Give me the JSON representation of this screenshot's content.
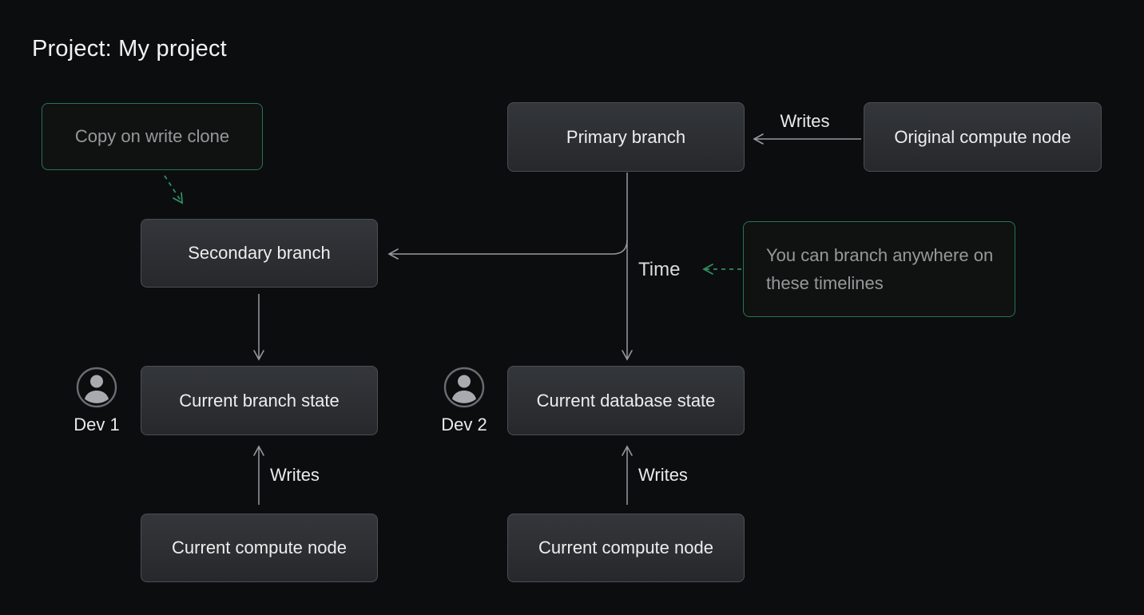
{
  "page": {
    "title": "Project: My project",
    "background_color": "#0c0d0e"
  },
  "colors": {
    "node_fill_top": "#33363a",
    "node_fill_bottom": "#26282c",
    "node_border": "#4b4e53",
    "node_text": "#eceded",
    "note_border": "#2b7355",
    "note_text": "#96999c",
    "arrow_gray": "#96999d",
    "arrow_green": "#2f8e63",
    "title_text": "#f1f2f3"
  },
  "nodes": {
    "primary_branch": "Primary branch",
    "original_compute_node": "Original compute node",
    "secondary_branch": "Secondary branch",
    "current_branch_state": "Current branch state",
    "current_database_state": "Current database state",
    "current_compute_node_left": "Current compute node",
    "current_compute_node_right": "Current compute node"
  },
  "notes": {
    "copy_on_write": "Copy on write clone",
    "branch_anywhere": "You can branch anywhere on these timelines"
  },
  "labels": {
    "writes_top": "Writes",
    "writes_left": "Writes",
    "writes_right": "Writes",
    "time": "Time",
    "dev1": "Dev 1",
    "dev2": "Dev 2"
  }
}
